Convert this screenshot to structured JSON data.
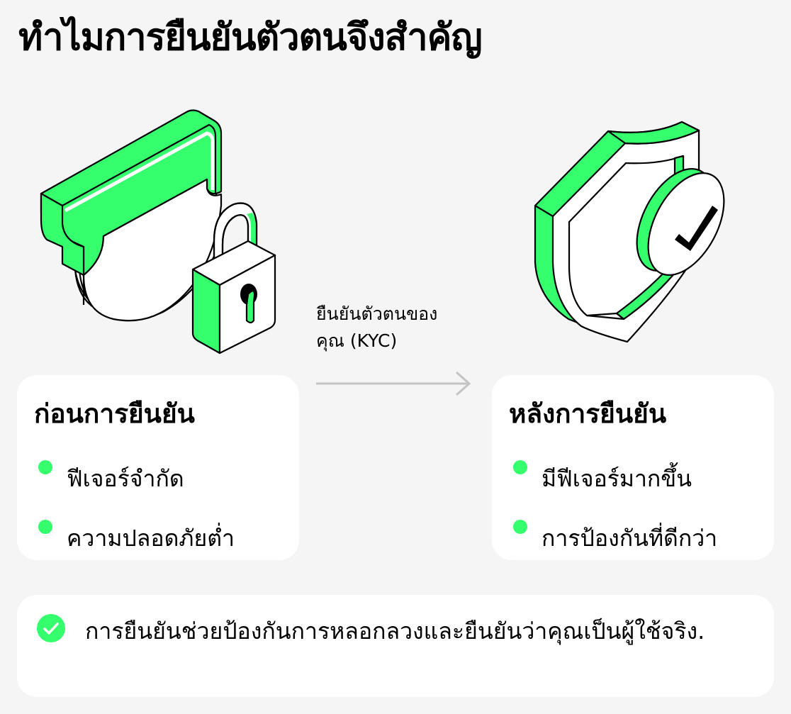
{
  "page": {
    "title": "ทำไมการยืนยันตัวตนจึงสำคัญ"
  },
  "flow": {
    "kyc_label_line1": "ยืนยันตัวตนของ",
    "kyc_label_line2": "คุณ (KYC)",
    "arrow_icon": "arrow-right-icon"
  },
  "before": {
    "illustration": "chat-bubble-with-padlock",
    "title": "ก่อนการยืนยัน",
    "items": [
      {
        "label": "ฟีเจอร์จำกัด"
      },
      {
        "label": "ความปลอดภัยต่ำ"
      }
    ]
  },
  "after": {
    "illustration": "shield-with-checkmark",
    "title": "หลังการยืนยัน",
    "items": [
      {
        "label": "มีฟีเจอร์มากขึ้น"
      },
      {
        "label": "การป้องกันที่ดีกว่า"
      }
    ]
  },
  "note": {
    "icon": "check-circle-icon",
    "text": "การยืนยันช่วยป้องกันการหลอกลวงและยืนยันว่าคุณเป็นผู้ใช้จริง."
  },
  "colors": {
    "accent": "#35ff6c",
    "background": "#f5f5f5",
    "card": "#ffffff",
    "text": "#000000",
    "arrow": "#c4c4c4"
  }
}
